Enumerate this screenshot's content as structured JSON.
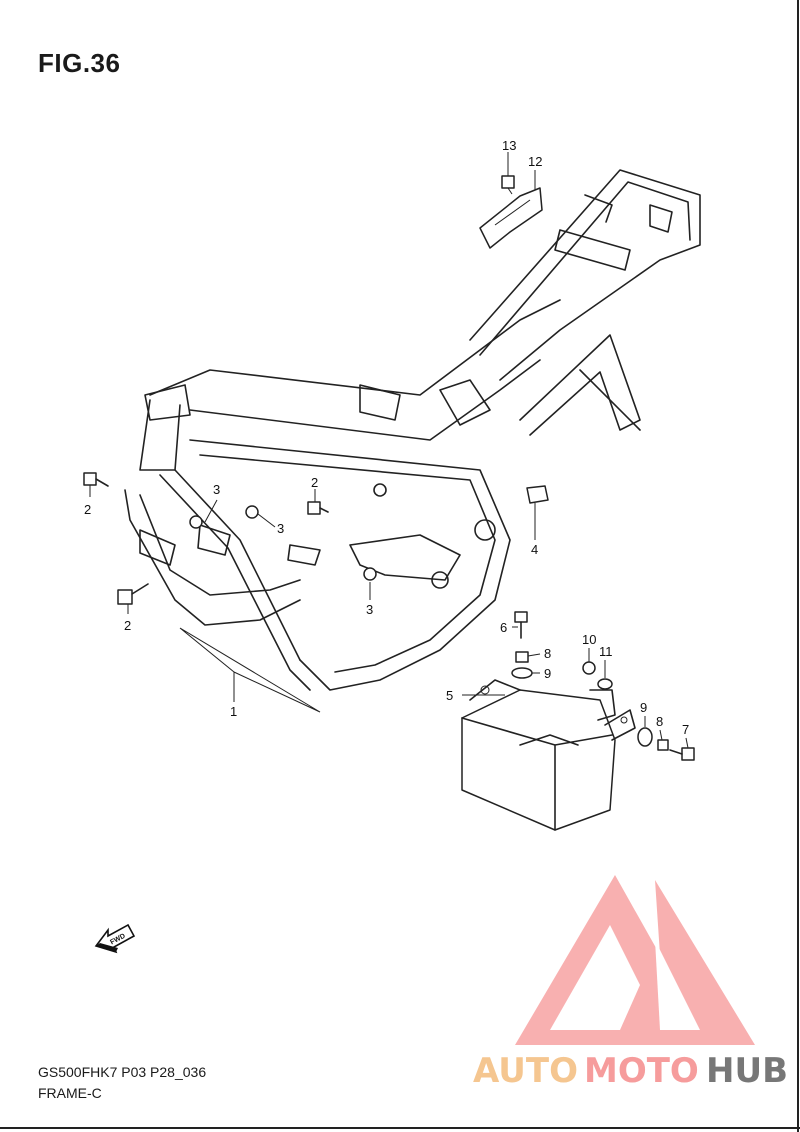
{
  "figure": {
    "title": "FIG.36"
  },
  "footer": {
    "model_code": "GS500FHK7 P03 P28_036",
    "section": "FRAME-C"
  },
  "callouts": {
    "c1": "1",
    "c2a": "2",
    "c2b": "2",
    "c2c": "2",
    "c3a": "3",
    "c3b": "3",
    "c3c": "3",
    "c4": "4",
    "c5": "5",
    "c6": "6",
    "c7": "7",
    "c8a": "8",
    "c8b": "8",
    "c9a": "9",
    "c9b": "9",
    "c10": "10",
    "c11": "11",
    "c12": "12",
    "c13": "13"
  },
  "fwd_label": "FWD",
  "watermark": {
    "text_part1": "AUTO",
    "text_part2": "MOTO",
    "text_part3": "HUB",
    "color_primary": "#f47c7c",
    "color_secondary": "#f2b36b",
    "color_tertiary": "#4a4a4a"
  }
}
